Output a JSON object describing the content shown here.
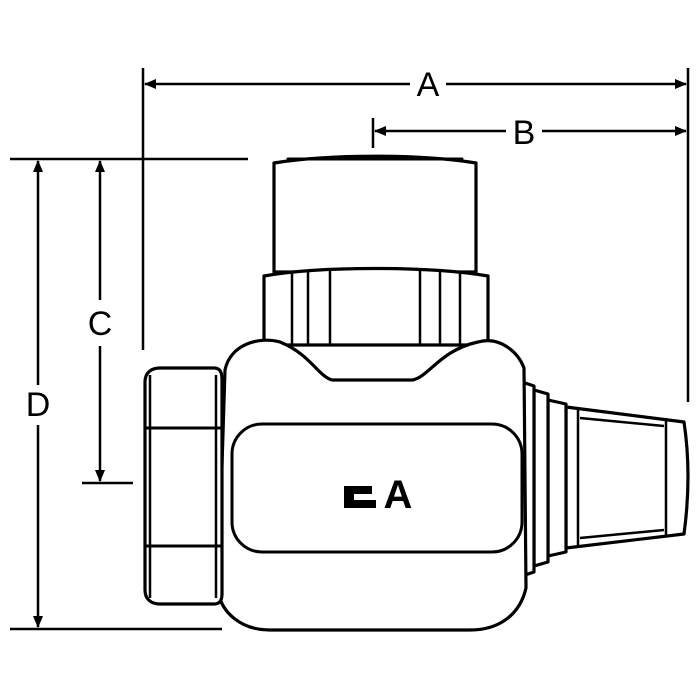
{
  "diagram": {
    "dimensions": [
      {
        "id": "A",
        "label": "A"
      },
      {
        "id": "B",
        "label": "B"
      },
      {
        "id": "C",
        "label": "C"
      },
      {
        "id": "D",
        "label": "D"
      }
    ],
    "logo_text": "A",
    "colors": {
      "ink": "#000000",
      "background": "#ffffff"
    }
  }
}
